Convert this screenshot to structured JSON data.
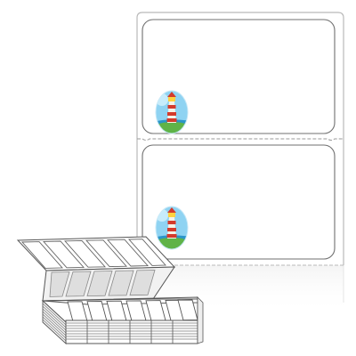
{
  "product": {
    "subject": "fanfold-thermal-label-stock",
    "label_shape": "rectangle-rounded-corners",
    "labels_shown_on_liner": 2,
    "logo_icon": "lighthouse-icon"
  },
  "colors": {
    "background": "#ffffff",
    "liner_edge": "#b9b9b9",
    "label_edge": "#6f6f6f",
    "perforation": "#9a9a9a",
    "stack_edge": "#555555",
    "stack_shadow": "#d9d9d9",
    "sky": "#8fd3f2",
    "sea": "#2b95c9",
    "grass": "#5fb348",
    "tower_red": "#d33a2c",
    "tower_white": "#f7f3e8"
  }
}
